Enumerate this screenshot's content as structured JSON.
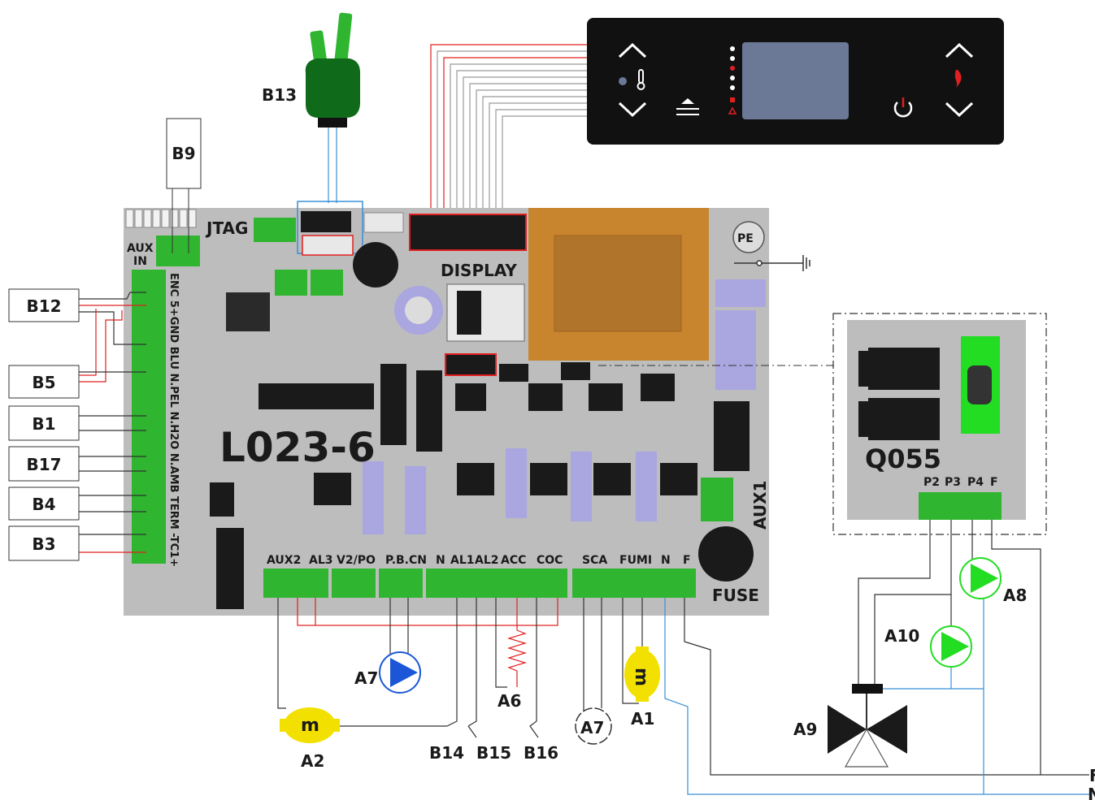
{
  "board": {
    "model": "L023-6",
    "jtag_label": "JTAG",
    "display_label": "DISPLAY",
    "aux_in_label": [
      "AUX",
      "IN"
    ],
    "aux1_label": "AUX1",
    "fuse_label": "FUSE",
    "pe_label": "PE",
    "left_terminal_labels": "ENC 5+GND BLU N.PEL N.H2O N.AMB TERM -TC1+",
    "bottom_terminal_labels": {
      "aux2": "AUX2",
      "al3": "AL3",
      "v2po": "V2/PO",
      "pbcn": "P.B.CN",
      "n1": "N",
      "al1": "AL1",
      "al2": "AL2",
      "acc": "ACC",
      "coc": "COC",
      "sca": "SCA",
      "fumi": "FUMI",
      "n2": "N",
      "f": "F"
    }
  },
  "sensors_left": [
    "B12",
    "B5",
    "B1",
    "B17",
    "B4",
    "B3"
  ],
  "top_components": {
    "b9": "B9",
    "b13": "B13"
  },
  "module": {
    "name": "Q055",
    "terminals": [
      "P2",
      "P3",
      "P4",
      "F"
    ]
  },
  "loads": {
    "a1": "A1",
    "a2": "A2",
    "a6": "A6",
    "a7_pump": "A7",
    "a7_fan": "A7",
    "a8": "A8",
    "a9": "A9",
    "a10": "A10",
    "b14": "B14",
    "b15": "B15",
    "b16": "B16"
  },
  "supply": {
    "f": "F",
    "n": "N"
  },
  "motor_symbol": "m",
  "colors": {
    "pcb": "#bdbdbd",
    "terminal_green": "#2fb52f",
    "wire_red": "#e02020",
    "wire_blue": "#3a8fd8",
    "wire_dark": "#333333",
    "relay_lavender": "#a9a6e0",
    "transformer": "#c8852e",
    "display_body": "#111111",
    "display_screen": "#6b7896",
    "pump_green": "#22dd22",
    "pump_blue": "#1a56d6",
    "motor_yellow": "#f2e000"
  },
  "icons": [
    "up-arrow-icon",
    "down-arrow-icon",
    "thermometer-icon",
    "flame-icon",
    "power-icon",
    "menu-icon",
    "ground-icon",
    "resistor-icon",
    "pump-icon",
    "motor-icon",
    "fan-icon",
    "valve-icon"
  ]
}
